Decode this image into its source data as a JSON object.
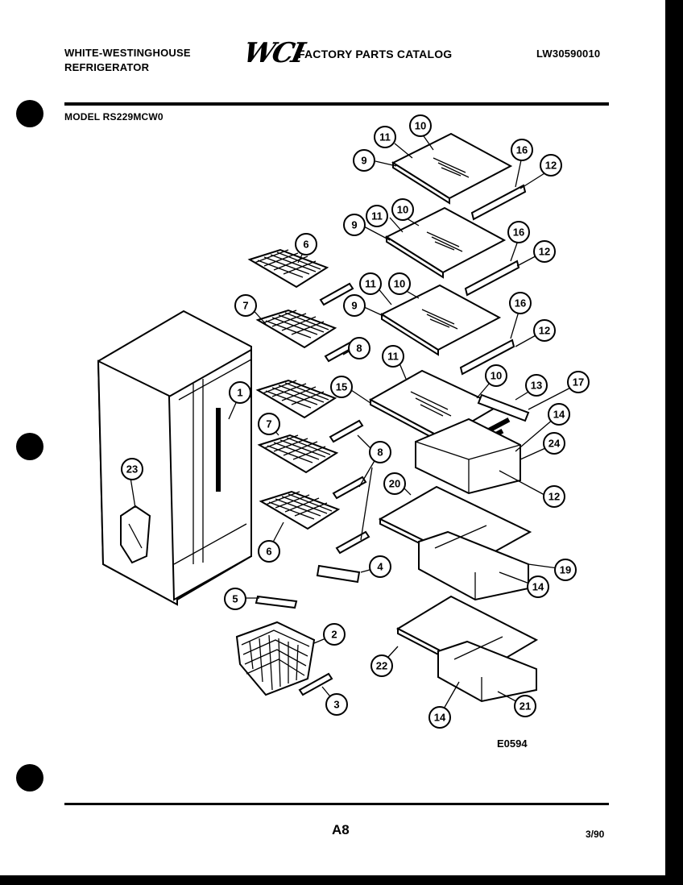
{
  "header": {
    "brand_line1": "WHITE-WESTINGHOUSE",
    "brand_line2": "REFRIGERATOR",
    "logo_text": "WCI",
    "catalog_title": "FACTORY PARTS CATALOG",
    "document_number": "LW30590010"
  },
  "model": "MODEL RS229MCW0",
  "callouts": [
    {
      "label": "1"
    },
    {
      "label": "2"
    },
    {
      "label": "3"
    },
    {
      "label": "4"
    },
    {
      "label": "5"
    },
    {
      "label": "6"
    },
    {
      "label": "6"
    },
    {
      "label": "7"
    },
    {
      "label": "7"
    },
    {
      "label": "8"
    },
    {
      "label": "8"
    },
    {
      "label": "9"
    },
    {
      "label": "9"
    },
    {
      "label": "9"
    },
    {
      "label": "10"
    },
    {
      "label": "10"
    },
    {
      "label": "10"
    },
    {
      "label": "10"
    },
    {
      "label": "11"
    },
    {
      "label": "11"
    },
    {
      "label": "11"
    },
    {
      "label": "11"
    },
    {
      "label": "12"
    },
    {
      "label": "12"
    },
    {
      "label": "12"
    },
    {
      "label": "12"
    },
    {
      "label": "13"
    },
    {
      "label": "14"
    },
    {
      "label": "14"
    },
    {
      "label": "14"
    },
    {
      "label": "15"
    },
    {
      "label": "16"
    },
    {
      "label": "16"
    },
    {
      "label": "16"
    },
    {
      "label": "17"
    },
    {
      "label": "19"
    },
    {
      "label": "20"
    },
    {
      "label": "21"
    },
    {
      "label": "22"
    },
    {
      "label": "23"
    },
    {
      "label": "24"
    }
  ],
  "figure_ref": "E0594",
  "footer": {
    "page_code": "A8",
    "date": "3/90"
  }
}
